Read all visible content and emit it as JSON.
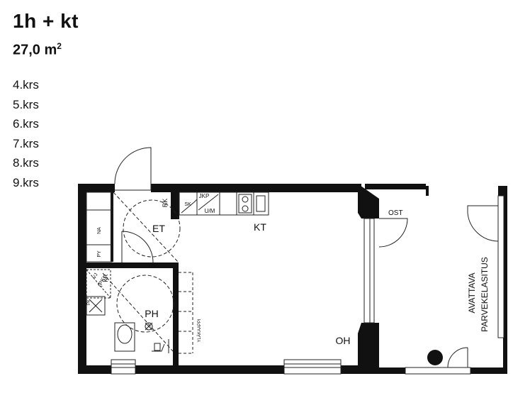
{
  "header": {
    "title": "1h + kt",
    "area": "27,0 m",
    "area_sup": "2"
  },
  "floors": [
    "4.krs",
    "5.krs",
    "6.krs",
    "7.krs",
    "8.krs",
    "9.krs"
  ],
  "rooms": {
    "et": "ET",
    "kt": "KT",
    "ph": "PH",
    "oh": "OH"
  },
  "small_labels": {
    "rk": "RK",
    "sk": "SK",
    "jkp": "JKP",
    "ujm": "U/M",
    "na": "NA",
    "py": "PY",
    "pkr": "(PK)",
    "kr": "KR",
    "vj": "VJ",
    "pk": "PK",
    "ylakaappi": "YLÄKAAPPI",
    "ost": "OST"
  },
  "balcony": {
    "line1": "AVATTAVA",
    "line2": "PARVEKELASITUS"
  },
  "colors": {
    "wall": "#111111",
    "line": "#222222"
  }
}
